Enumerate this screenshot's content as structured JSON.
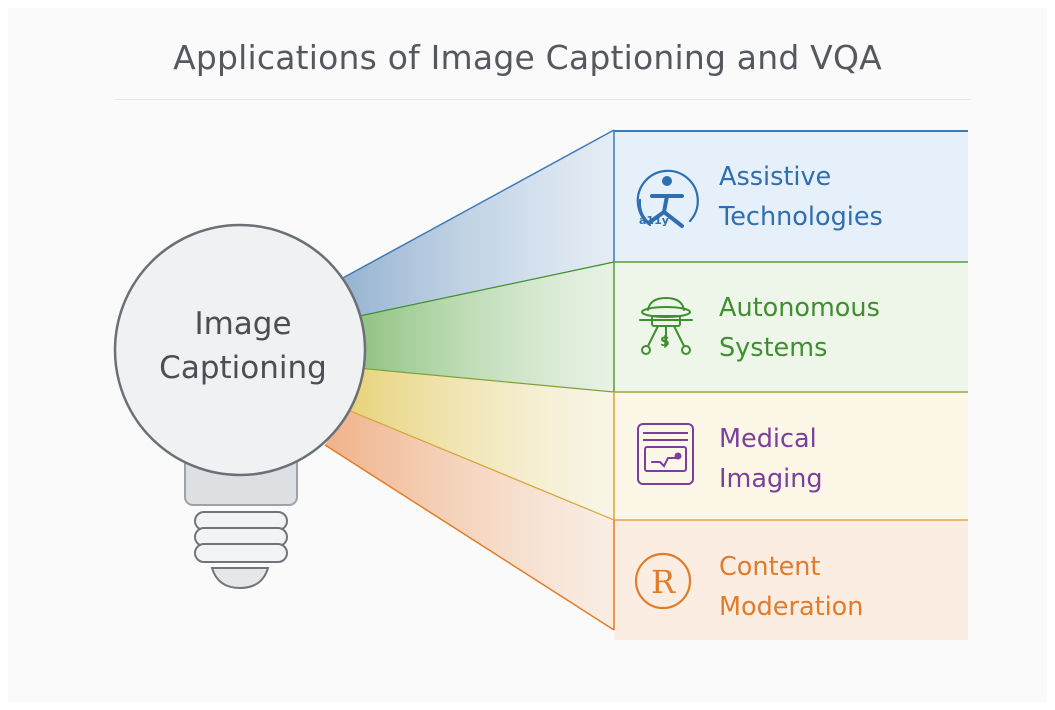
{
  "title": "Applications of Image Captioning and VQA",
  "center": {
    "line1": "Image",
    "line2": "Captioning"
  },
  "applications": [
    {
      "line1": "Assistive",
      "line2": "Technologies",
      "icon": "accessibility-icon",
      "icon_text": "a11y",
      "color": "#2f6fb0",
      "fill": "#e7f1fa",
      "beam": "#7fa7cc"
    },
    {
      "line1": "Autonomous",
      "line2": "Systems",
      "icon": "drone-icon",
      "color": "#3f8f2f",
      "fill": "#eef6ea",
      "beam": "#8cc27c"
    },
    {
      "line1": "Medical",
      "line2": "Imaging",
      "icon": "monitor-scan-icon",
      "color": "#7b3f9e",
      "fill": "#fcf7ea",
      "beam": "#e7d27e"
    },
    {
      "line1": "Content",
      "line2": "Moderation",
      "icon": "moderation-icon",
      "icon_text": "R",
      "color": "#e07c2a",
      "fill": "#fbeee3",
      "beam": "#f0b58a"
    }
  ]
}
